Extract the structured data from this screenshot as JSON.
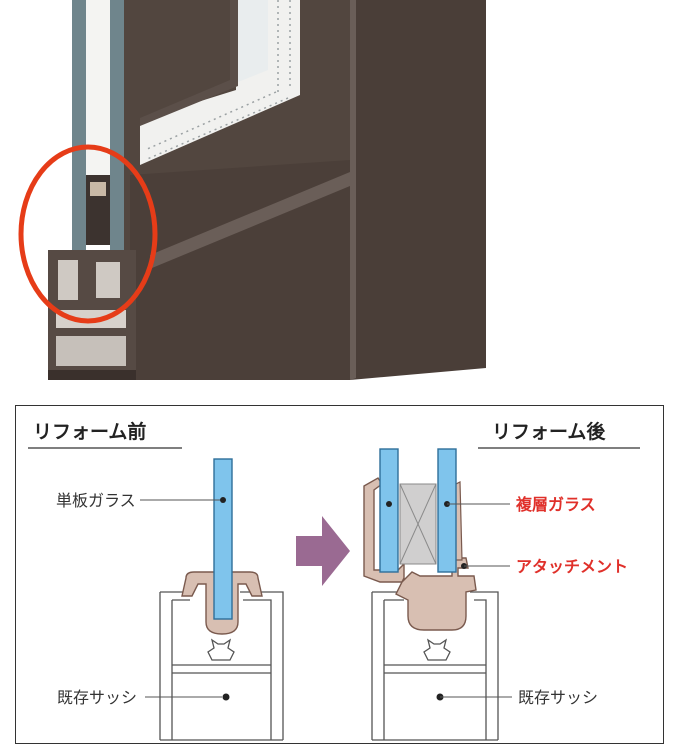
{
  "photo": {
    "colors": {
      "frame": "#4a3e38",
      "frame_light": "#5b4f49",
      "glass": "#e9edee",
      "sash": "#6f858c",
      "highlight": "#e63c18"
    }
  },
  "diagram": {
    "before": {
      "heading": "リフォーム前",
      "glass_label": "単板ガラス",
      "sash_label": "既存サッシ"
    },
    "after": {
      "heading": "リフォーム後",
      "glass_label": "複層ガラス",
      "attachment_label": "アタッチメント",
      "sash_label": "既存サッシ"
    },
    "colors": {
      "glass": "#7fc4ec",
      "glass_edge": "#2f6f9a",
      "attachment": "#d8bfb2",
      "attachment_edge": "#7a5a4e",
      "arrow": "#9a6a92",
      "red_label": "#e0302a"
    }
  }
}
